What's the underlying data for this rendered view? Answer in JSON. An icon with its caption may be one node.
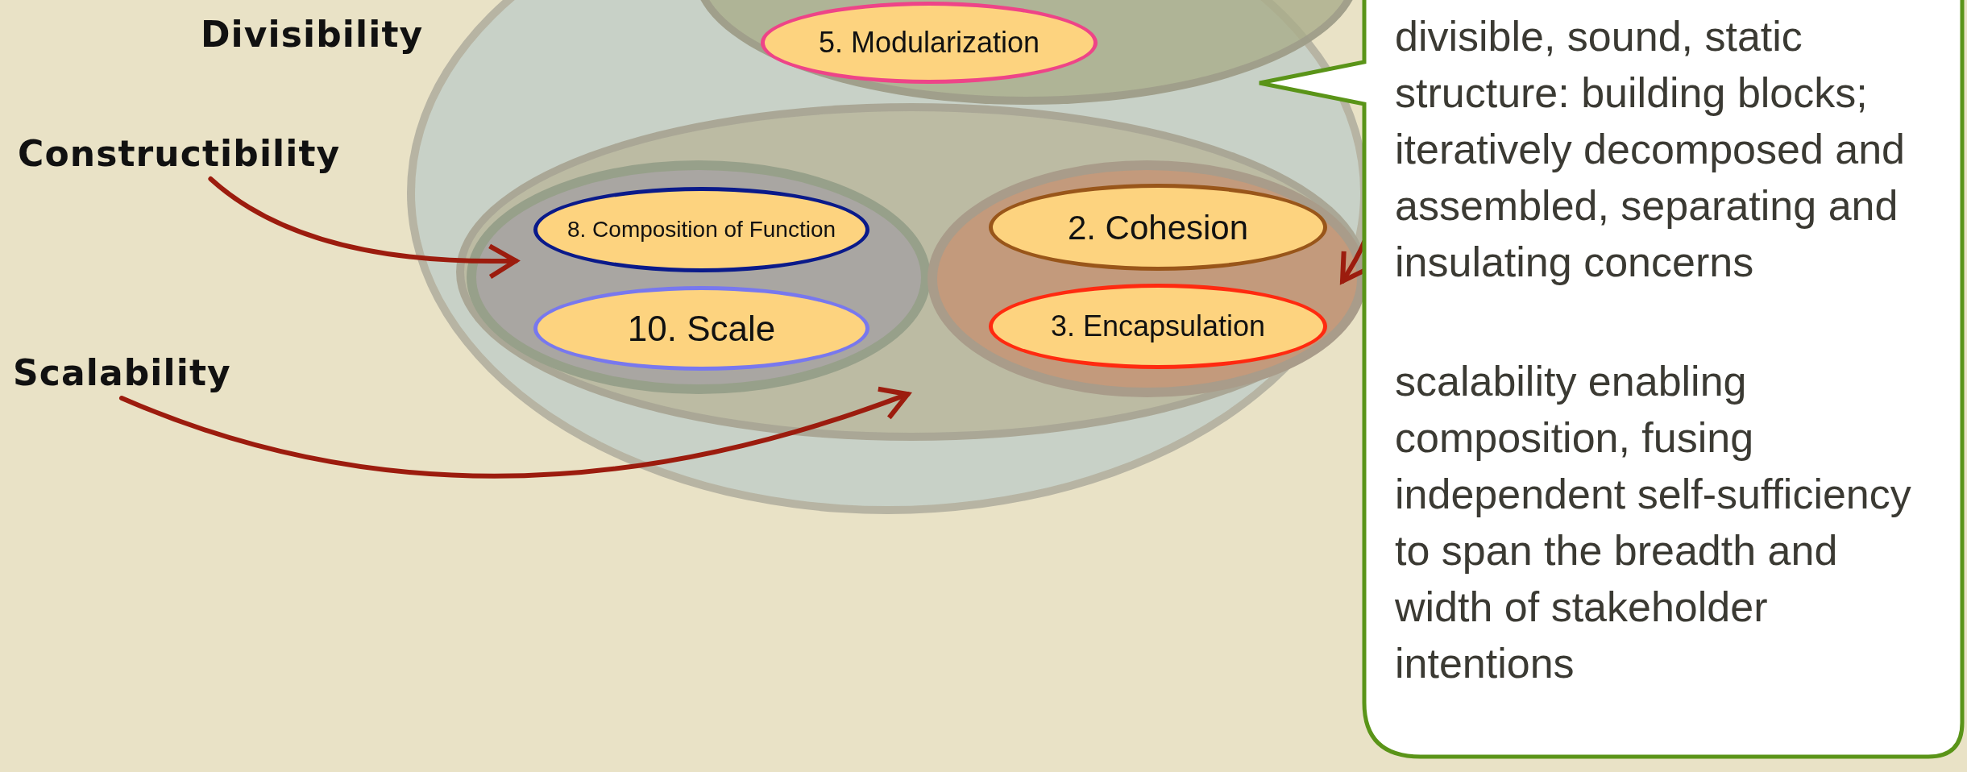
{
  "diagram": {
    "nodes": [
      {
        "text": [
          "Divisibility"
        ]
      },
      {
        "text": [
          "Constructibility"
        ]
      },
      {
        "text": [
          "Scalability"
        ]
      },
      {
        "text": [],
        "shape": "ellipse"
      },
      {
        "text": [],
        "shape": "ellipse",
        "in": 3
      },
      {
        "text": [
          "5. Modularization"
        ],
        "in": 4
      },
      {
        "text": [],
        "shape": "ellipse",
        "in": 3
      },
      {
        "text": [],
        "shape": "ellipse",
        "in": 6
      },
      {
        "text": [
          "8. Composition of Function"
        ],
        "in": 7
      },
      {
        "text": [
          "10. Scale"
        ],
        "in": 7
      },
      {
        "text": [],
        "shape": "ellipse",
        "in": 6
      },
      {
        "text": [
          "2. Cohesion"
        ],
        "in": 10
      },
      {
        "text": [
          "3. Encapsulation"
        ],
        "in": 10
      },
      {
        "text": [
          "divisible, sound, static structure: building blocks; iteratively decomposed and assembled, separating and insulating concerns",
          "scalability enabling composition, fusing independent self-sufficiency to span the breadth and width of stakeholder intentions"
        ]
      }
    ],
    "edges": [
      {
        "from": 1,
        "to": 7,
        "arrow": "to"
      },
      {
        "from": 2,
        "to": 6,
        "arrow": "to"
      },
      {
        "from": 13,
        "to": 10,
        "arrow": "to"
      }
    ]
  }
}
